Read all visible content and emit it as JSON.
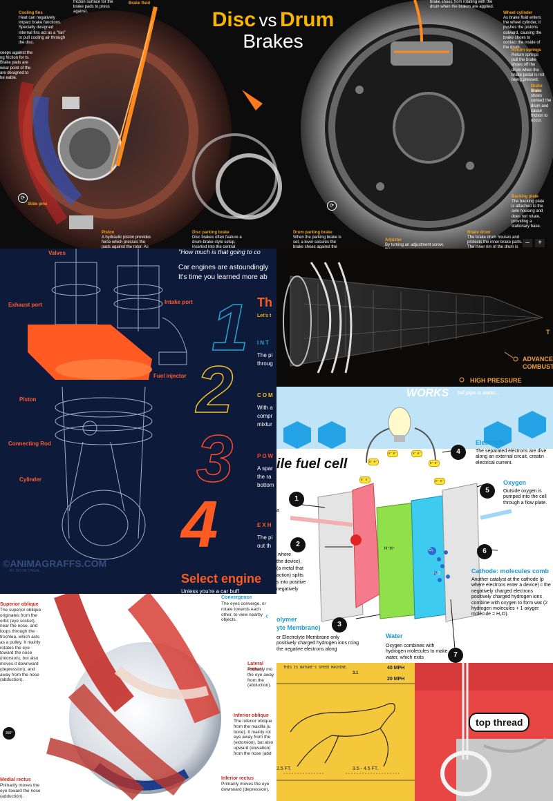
{
  "brakes": {
    "title_disc": "Disc",
    "title_vs": "vs",
    "title_drum": "Drum",
    "title_brakes": "Brakes",
    "top_text": "friction surface for the brake pads to press against.",
    "brake_fluid": "Brake fluid",
    "cooling_fins_title": "Cooling fins",
    "cooling_fins_desc": "Heat can negatively impact brake functions. Specially designed internal fins act as a \"fan\" to pull cooling air through the disc.",
    "left_edge_text": "ceeps against the ng friction for ts. Brake pads are wear point of the are designed to be eable.",
    "piston_title": "Piston",
    "piston_desc": "A hydraulic piston provides force which presses the pads against the rotor. As the brake",
    "slide_pins": "Slide pins",
    "disc_parking_title": "Disc parking brake",
    "disc_parking_desc": "Disc brakes often feature a drum-brake style setup, inserted into the central",
    "drum_parking_title": "Drum parking brake",
    "drum_parking_desc": "When the parking brake is set, a lever secures the brake shoes against the",
    "top_right_text": "brake shoes from rotating with the drum when the brakes are applied.",
    "wheel_cyl_title": "Wheel cylinder",
    "wheel_cyl_desc": "As brake fluid enters the wheel cylinder, it pushes the pistons outward, causing the brake shoes to contact the inside of the drum.",
    "return_springs_title": "Return springs",
    "return_springs_desc": "Return springs pull the brake shoes off the drum when the brake pedal is not being pressed.",
    "brake_shoe_title": "Brake shoe",
    "brake_shoe_desc": "Brake shoes contact the drum and cause friction to occur.",
    "backing_plate_title": "Backing plate",
    "backing_plate_desc": "The backing plate is attached to the axle housing and does not rotate, providing a stationary base.",
    "adjuster_title": "Adjuster",
    "adjuster_desc": "By turning an adjustment screw, the",
    "brake_drum_title": "Brake drum",
    "brake_drum_desc": "The brake drum houses and protects the inner brake parts. The inner rim of the drum is the braking",
    "zoom_minus": "–",
    "zoom_plus": "+"
  },
  "engine": {
    "top_line1": "\"How much is that going to co",
    "top_line2": "Car engines are astoundingly",
    "top_line3": "It's time you learned more ab",
    "heading_partial": "Th",
    "lets": "Let's t",
    "valves": "Valves",
    "exhaust_port": "Exhaust port",
    "intake_port": "Intake port",
    "fuel_injector": "Fuel injector",
    "piston": "Piston",
    "connecting_rod": "Connecting Rod",
    "cylinder": "Cylinder",
    "step1_title": "INT",
    "step1_text1": "The pi",
    "step1_text2": "throug",
    "step2_title": "COM",
    "step2_text1": "With a",
    "step2_text2": "compr",
    "step2_text3": "mixtur",
    "step3_title": "POW",
    "step3_text1": "A spar",
    "step3_text2": "the ra",
    "step3_text3": "bottom",
    "step4_title": "EXH",
    "step4_text1": "The pi",
    "step4_text2": "out th",
    "num1": "1",
    "num2": "2",
    "num3": "3",
    "num4": "4",
    "watermark": "©ANIMAGRAFFS.COM",
    "watermark_sub": "BY JACOB O'NEAL",
    "select_engine": "Select engine",
    "bottom_text": "Unless you're a car buff"
  },
  "jet": {
    "advanced_label": "ADVANCED COMBUST",
    "high_pressure": "HIGH PRESSURE",
    "t_label": "T"
  },
  "fuelcell": {
    "works": "WORKS",
    "tail_pipe": "tail pipe is water...",
    "title": "ile fuel cell",
    "electricity_title": "Electricity",
    "electricity_desc": "The separated electrons are dive along an external circuit, creatin electrical current.",
    "oxygen_title": "Oxygen",
    "oxygen_desc": "Outside oxygen is pumped into the cell through a flow plate.",
    "cathode_title": "Cathode: molecules comb",
    "cathode_desc": "Another catalyst at the cathode (p where electrons enter a device) c the negatively charged electrons positively charged hydrogen ions combine with oxygen to form wat (2 hydrogen molecules + 1 oxyger molecule = H₂O).",
    "left_text1": "where",
    "left_text2": "the device),",
    "left_text3": "(a metal that",
    "left_text4": "action) splits",
    "left_text5": "s into positive",
    "left_text6": "negatively",
    "polymer_title": "olymer",
    "polymer_title2": "yte Membrane)",
    "polymer_desc": "er Electrolyte Membrane only positively charged hydrogen ions rcing the negative electrons along",
    "water_title": "Water",
    "water_desc": "Oxygen combines with hydrogen molecules to make water, which exits",
    "a_text": "a",
    "hh": "H⁺H⁺",
    "o2": "O₂",
    "h2o": "H₂O",
    "nums": [
      "1",
      "2",
      "3",
      "4",
      "5",
      "6",
      "7"
    ],
    "e_label": "e⁻ e⁻"
  },
  "eye": {
    "superior_oblique_title": "Superior oblique",
    "superior_oblique_desc": "The superior oblique originates from the orbit (eye socket), near the nose, and loops through the trochlea, which acts as a pulley. It mainly rotates the eye toward the nose (intorsion), but also moves it downward (depression), and away from the nose (abduction).",
    "convergence_title": "Convergence",
    "convergence_desc": "The eyes converge, or rotate towards each other, to view nearby objects.",
    "lateral_title": "Lateral rectus",
    "lateral_desc": "Primarily mo the eye away from the (abduction).",
    "inferior_oblique_title": "Inferior oblique",
    "inferior_oblique_desc": "The inferior oblique from the maxilla (u bone). It mainly rot eye away from the (extorsion), but also upward (elevation) from the nose (abd",
    "inferior_rectus_title": "Inferior rectus",
    "inferior_rectus_desc": "Primarily moves the eye downward (depression),",
    "medial_title": "Medial rectus",
    "medial_desc": "Primarily moves the eye toward the nose (adduction).",
    "badge": "360°"
  },
  "cheetah": {
    "header1": "THIS IS NATURE'S SPEED MACHINE.",
    "speed1": "40 MPH",
    "speed2": "20 MPH",
    "stat": "3.1",
    "len1": "2.5 FT.",
    "len2": "3.5 - 4.5 FT."
  },
  "sew": {
    "tag": "top thread"
  }
}
